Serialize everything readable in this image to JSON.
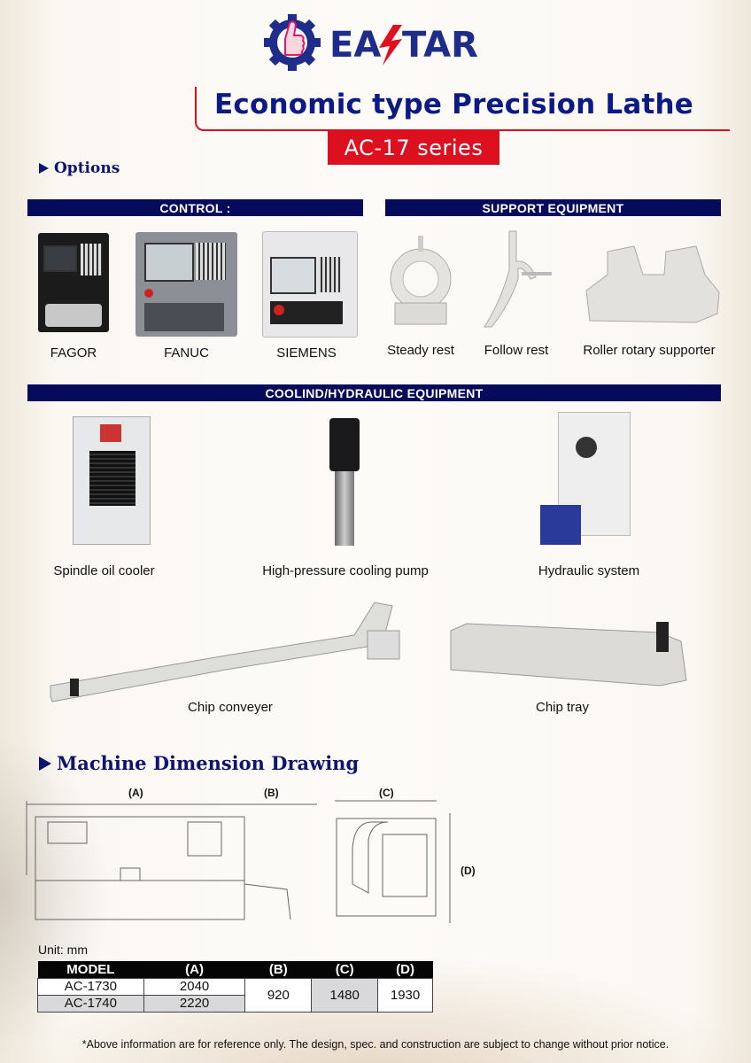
{
  "brand": {
    "logo_text": "EA⚡TAR",
    "logo_alt": "EASTAR",
    "colors": {
      "navy": "#0c1a86",
      "red": "#dd1020",
      "bar": "#050a5a"
    }
  },
  "header": {
    "title": "Economic type Precision Lathe",
    "series": "AC-17  series"
  },
  "options": {
    "heading": "Options",
    "control": {
      "bar_label": "CONTROL :",
      "items": [
        {
          "label": "FAGOR"
        },
        {
          "label": "FANUC"
        },
        {
          "label": "SIEMENS"
        }
      ]
    },
    "support": {
      "bar_label": "SUPPORT EQUIPMENT",
      "items": [
        {
          "label": "Steady rest"
        },
        {
          "label": "Follow rest"
        },
        {
          "label": "Roller rotary supporter"
        }
      ]
    },
    "cooling": {
      "bar_label": "COOLIND/HYDRAULIC EQUIPMENT",
      "items": [
        {
          "label": "Spindle oil cooler"
        },
        {
          "label": "High-pressure cooling pump"
        },
        {
          "label": "Hydraulic system"
        },
        {
          "label": "Chip conveyer"
        },
        {
          "label": "Chip tray"
        }
      ]
    }
  },
  "dimension": {
    "heading": "Machine Dimension Drawing",
    "labels": {
      "a": "(A)",
      "b": "(B)",
      "c": "(C)",
      "d": "(D)"
    },
    "unit": "Unit: mm",
    "table": {
      "headers": [
        "MODEL",
        "(A)",
        "(B)",
        "(C)",
        "(D)"
      ],
      "rows": [
        {
          "model": "AC-1730",
          "a": "2040"
        },
        {
          "model": "AC-1740",
          "a": "2220"
        }
      ],
      "shared": {
        "b": "920",
        "c": "1480",
        "d": "1930"
      }
    }
  },
  "footnote": "*Above information are for reference only. The design, spec. and construction are subject to change without prior notice."
}
